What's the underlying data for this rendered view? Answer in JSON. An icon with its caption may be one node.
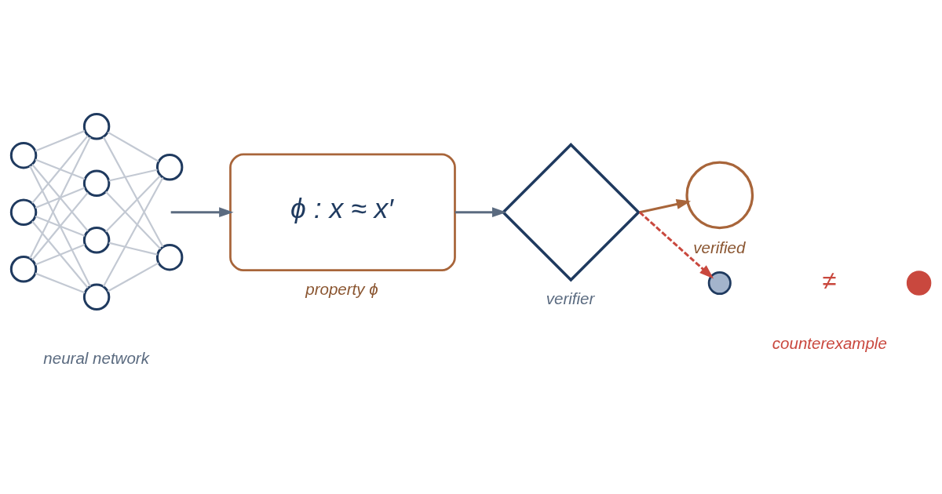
{
  "diagram": {
    "nodes": [
      {
        "text": [],
        "shape": "circle"
      },
      {
        "text": [],
        "shape": "circle"
      },
      {
        "text": [],
        "shape": "circle"
      },
      {
        "text": [],
        "shape": "circle"
      },
      {
        "text": [],
        "shape": "circle"
      },
      {
        "text": [],
        "shape": "circle"
      },
      {
        "text": [],
        "shape": "circle"
      },
      {
        "text": [],
        "shape": "circle"
      },
      {
        "text": [],
        "shape": "circle"
      },
      {
        "text": [
          "ϕ : x ≈ x′"
        ],
        "beside": [
          "property ϕ"
        ]
      },
      {
        "text": [],
        "shape": "diamond",
        "beside": [
          "verifier"
        ]
      },
      {
        "text": [],
        "shape": "circle",
        "beside": [
          "verified"
        ]
      },
      {
        "text": [],
        "shape": "circle"
      },
      {
        "text": [],
        "shape": "circle"
      }
    ],
    "edges": [
      {
        "from": 0,
        "to": 3,
        "arrow": "none"
      },
      {
        "from": 0,
        "to": 4,
        "arrow": "none"
      },
      {
        "from": 0,
        "to": 5,
        "arrow": "none"
      },
      {
        "from": 0,
        "to": 6,
        "arrow": "none"
      },
      {
        "from": 1,
        "to": 3,
        "arrow": "none"
      },
      {
        "from": 1,
        "to": 4,
        "arrow": "none"
      },
      {
        "from": 1,
        "to": 5,
        "arrow": "none"
      },
      {
        "from": 1,
        "to": 6,
        "arrow": "none"
      },
      {
        "from": 2,
        "to": 3,
        "arrow": "none"
      },
      {
        "from": 2,
        "to": 4,
        "arrow": "none"
      },
      {
        "from": 2,
        "to": 5,
        "arrow": "none"
      },
      {
        "from": 2,
        "to": 6,
        "arrow": "none"
      },
      {
        "from": 3,
        "to": 7,
        "arrow": "none"
      },
      {
        "from": 3,
        "to": 8,
        "arrow": "none"
      },
      {
        "from": 4,
        "to": 7,
        "arrow": "none"
      },
      {
        "from": 4,
        "to": 8,
        "arrow": "none"
      },
      {
        "from": 5,
        "to": 7,
        "arrow": "none"
      },
      {
        "from": 5,
        "to": 8,
        "arrow": "none"
      },
      {
        "from": 6,
        "to": 7,
        "arrow": "none"
      },
      {
        "from": 6,
        "to": 8,
        "arrow": "none"
      },
      {
        "from": null,
        "to": 9,
        "arrow": "to",
        "color": "#5b6b80"
      },
      {
        "from": 9,
        "to": 10,
        "arrow": "to",
        "color": "#5b6b80"
      },
      {
        "from": 10,
        "to": 11,
        "arrow": "to",
        "color": "#a8653a"
      },
      {
        "from": 10,
        "to": 12,
        "arrow": "to",
        "style": "dashed",
        "color": "#c9483e"
      }
    ],
    "labels": [
      "neural network",
      "≠",
      "counterexample"
    ]
  }
}
